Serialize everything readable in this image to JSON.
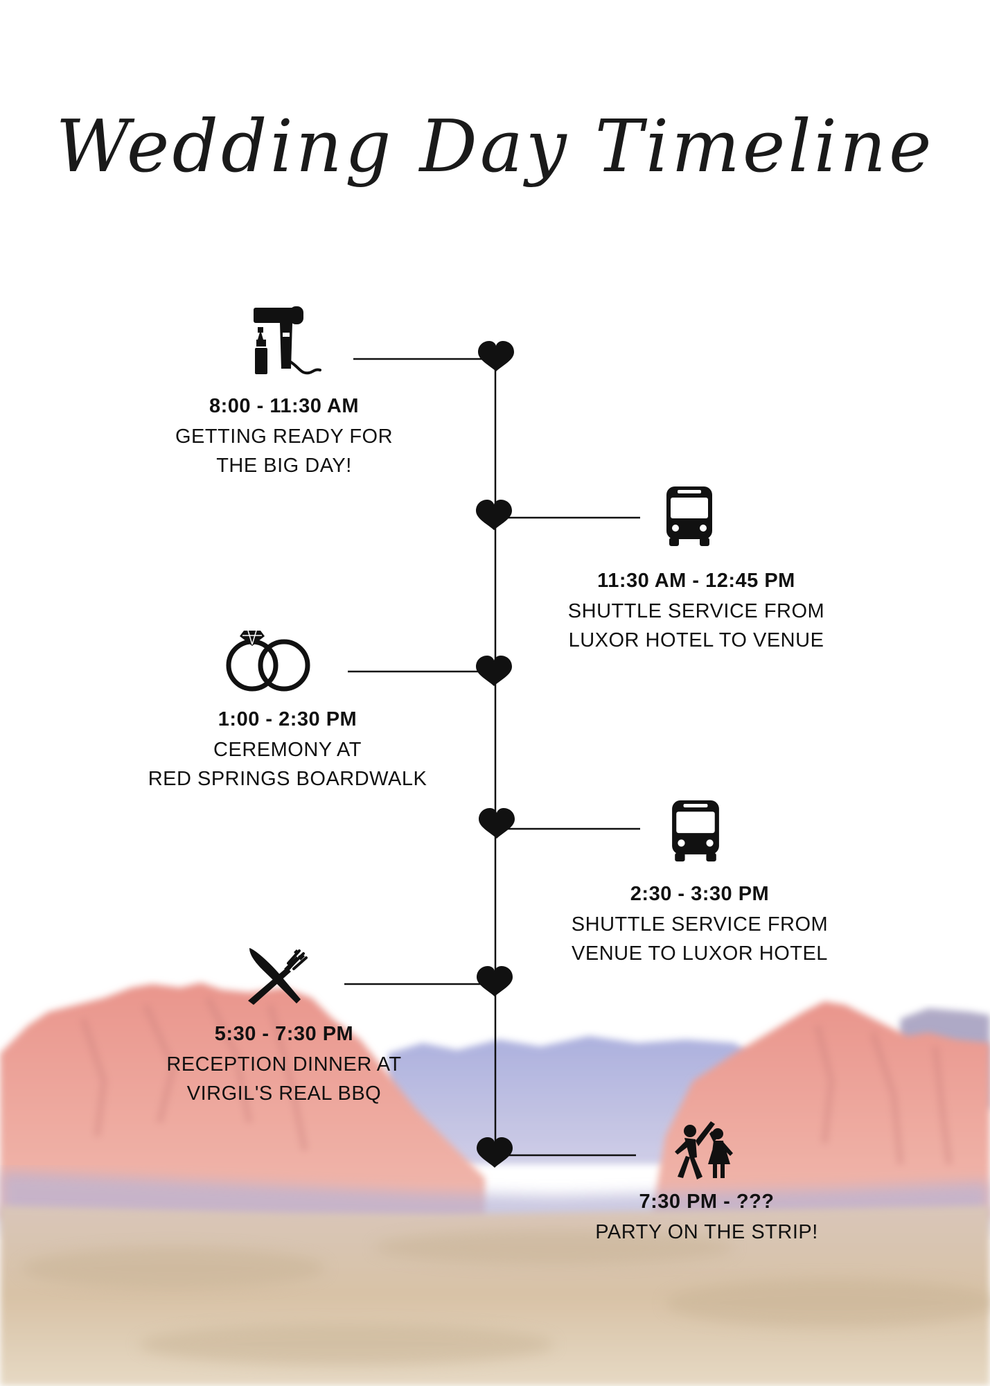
{
  "title": "Wedding Day Timeline",
  "events": [
    {
      "time": "8:00 - 11:30 AM",
      "desc_lines": [
        "GETTING READY FOR",
        "THE BIG DAY!"
      ],
      "icon": "hairdryer-lipstick-icon"
    },
    {
      "time": "11:30 AM - 12:45 PM",
      "desc_lines": [
        "SHUTTLE SERVICE FROM",
        "LUXOR HOTEL TO VENUE"
      ],
      "icon": "bus-icon"
    },
    {
      "time": "1:00 - 2:30 PM",
      "desc_lines": [
        "CEREMONY AT",
        "RED SPRINGS BOARDWALK"
      ],
      "icon": "wedding-rings-icon"
    },
    {
      "time": "2:30 - 3:30 PM",
      "desc_lines": [
        "SHUTTLE SERVICE FROM",
        "VENUE TO LUXOR HOTEL"
      ],
      "icon": "bus-icon"
    },
    {
      "time": "5:30 - 7:30 PM",
      "desc_lines": [
        "RECEPTION DINNER AT",
        "VIRGIL'S REAL BBQ"
      ],
      "icon": "fork-knife-icon"
    },
    {
      "time": "7:30 PM - ???",
      "desc_lines": [
        "PARTY ON THE STRIP!"
      ],
      "icon": "dancing-couple-icon"
    }
  ],
  "colors": {
    "ink": "#111111",
    "mountain_pink": "#eba79e",
    "mountain_lavender": "#a9a8d6",
    "desert_sand": "#d8c4a8"
  }
}
